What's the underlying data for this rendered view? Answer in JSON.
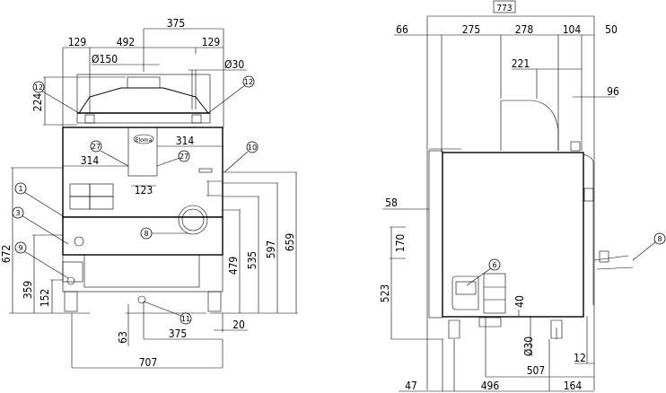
{
  "front_view": {
    "dimensions": {
      "top_offset": "375",
      "left_129": "129",
      "width_492": "492",
      "right_129": "129",
      "dia_150": "Ø150",
      "dia_30": "Ø30",
      "hood_height": "224",
      "panel_314_right": "314",
      "panel_314_left": "314",
      "panel_123": "123",
      "height_672": "672",
      "height_359": "359",
      "height_152": "152",
      "height_479": "479",
      "height_535": "535",
      "height_597": "597",
      "height_659": "659",
      "offset_20": "20",
      "bottom_375": "375",
      "height_63": "63",
      "width_707": "707"
    },
    "callouts": [
      "12",
      "12",
      "27",
      "27",
      "10",
      "1",
      "3",
      "8",
      "9",
      "11"
    ],
    "logo": "Eloma"
  },
  "side_view": {
    "dimensions": {
      "total_773": "773",
      "d66": "66",
      "d275": "275",
      "d278": "278",
      "d104": "104",
      "d50": "50",
      "d221": "221",
      "d96": "96",
      "d58": "58",
      "d170": "170",
      "d523": "523",
      "d40": "40",
      "dia_30": "Ø30",
      "d507": "507",
      "d12": "12",
      "d47": "47",
      "d496": "496",
      "d164": "164"
    },
    "callouts": [
      "6",
      "8"
    ]
  }
}
